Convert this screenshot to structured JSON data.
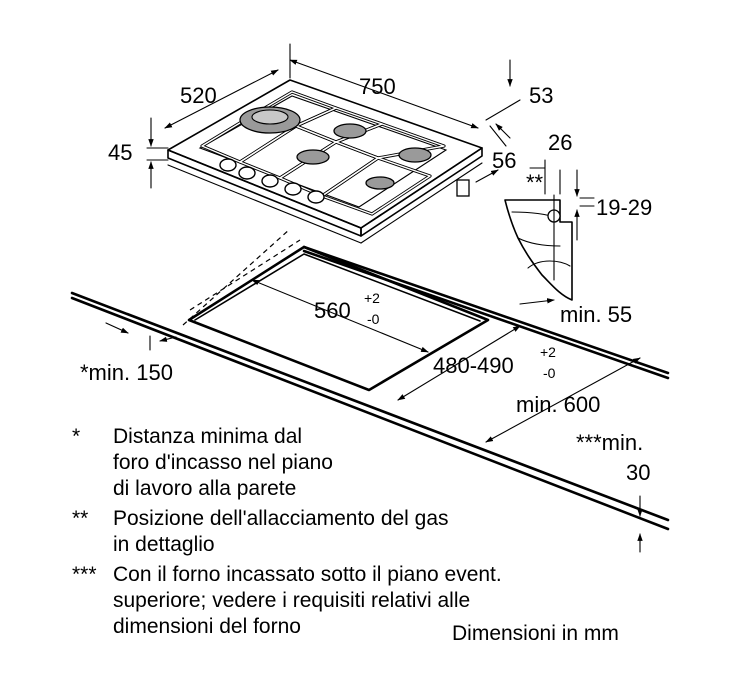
{
  "dimensions": {
    "width": "750",
    "depth": "520",
    "height": "45",
    "gas_offset": "53",
    "gas_offset_front": "56",
    "gas_detail_width": "26",
    "gas_detail_height": "19-29",
    "cutout_width": "560",
    "cutout_width_tol_plus": "+2",
    "cutout_width_tol_minus": "-0",
    "cutout_depth": "480-490",
    "cutout_depth_tol_plus": "+2",
    "cutout_depth_tol_minus": "-0",
    "worktop_depth_min": "min. 600",
    "edge_min": "min. 55",
    "wall_min": "*min. 150",
    "gas_marker": "**",
    "oven_marker_line1": "***min.",
    "oven_marker_line2": "30"
  },
  "notes": [
    {
      "marker": "*",
      "lines": [
        "Distanza minima dal",
        "foro d'incasso nel piano",
        "di lavoro alla parete"
      ]
    },
    {
      "marker": "**",
      "lines": [
        "Posizione dell'allacciamento del gas",
        "in dettaglio"
      ]
    },
    {
      "marker": "***",
      "lines": [
        "Con il forno incassato sotto il piano event.",
        "superiore; vedere i requisiti relativi alle",
        "dimensioni del forno"
      ]
    }
  ],
  "units_label": "Dimensioni in mm"
}
